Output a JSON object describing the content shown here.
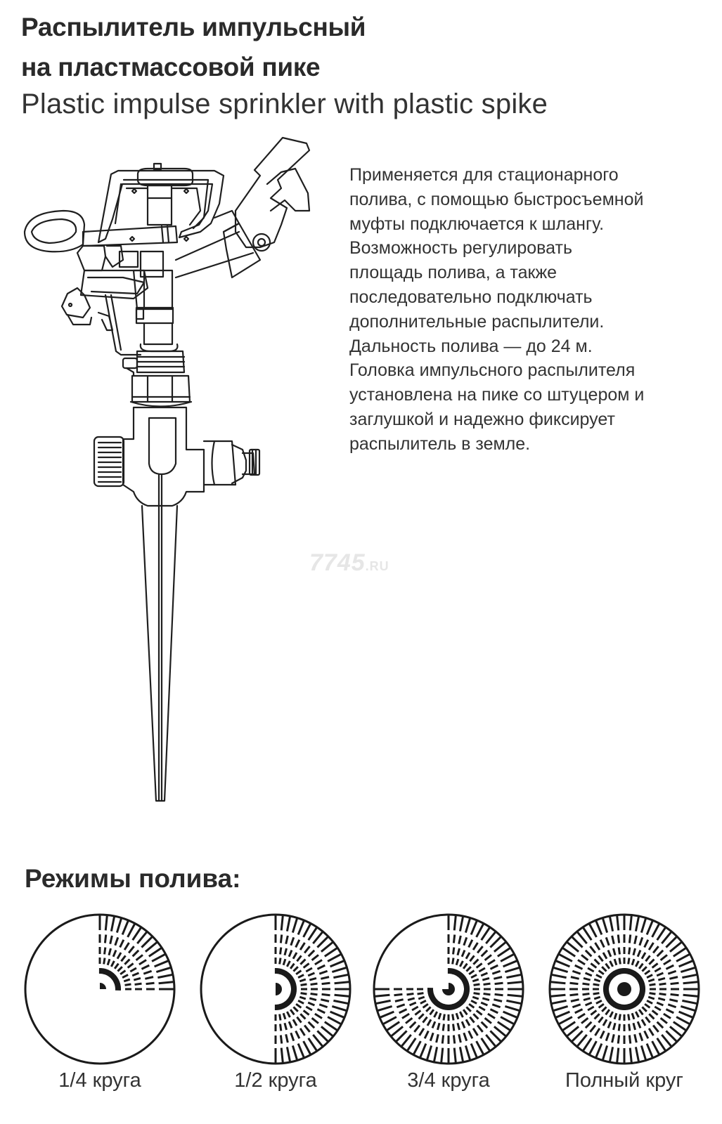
{
  "header": {
    "title_ru_line1": "Распылитель импульсный",
    "title_ru_line2": "на пластмассовой пике",
    "title_en": "Plastic impulse sprinkler with plastic spike"
  },
  "description": {
    "lines": [
      "Применяется для стационарного",
      "полива, с помощью быстросъемной",
      "муфты подключается к шлангу.",
      "Возможность регулировать",
      "площадь полива, а также",
      "последовательно подключать",
      "дополнительные распылители.",
      "Дальность полива — до 24 м.",
      "Головка импульсного распылителя",
      "установлена на пике со штуцером и",
      "заглушкой и надежно фиксирует",
      "распылитель в земле."
    ]
  },
  "watermark": {
    "main": "7745",
    "suffix": ".RU"
  },
  "illustration": {
    "icon": "impulse-sprinkler-on-spike-drawing"
  },
  "modes": {
    "heading": "Режимы полива:",
    "items": [
      {
        "label": "1/4 круга",
        "coverage_deg": 90,
        "start_deg": 0
      },
      {
        "label": "1/2 круга",
        "coverage_deg": 180,
        "start_deg": 0
      },
      {
        "label": "3/4 круга",
        "coverage_deg": 270,
        "start_deg": 0
      },
      {
        "label": "Полный круг",
        "coverage_deg": 360,
        "start_deg": 0
      }
    ]
  },
  "colors": {
    "text": "#2b2b2b",
    "line": "#1a1a1a",
    "watermark": "#e6e6e6",
    "background": "#ffffff"
  }
}
